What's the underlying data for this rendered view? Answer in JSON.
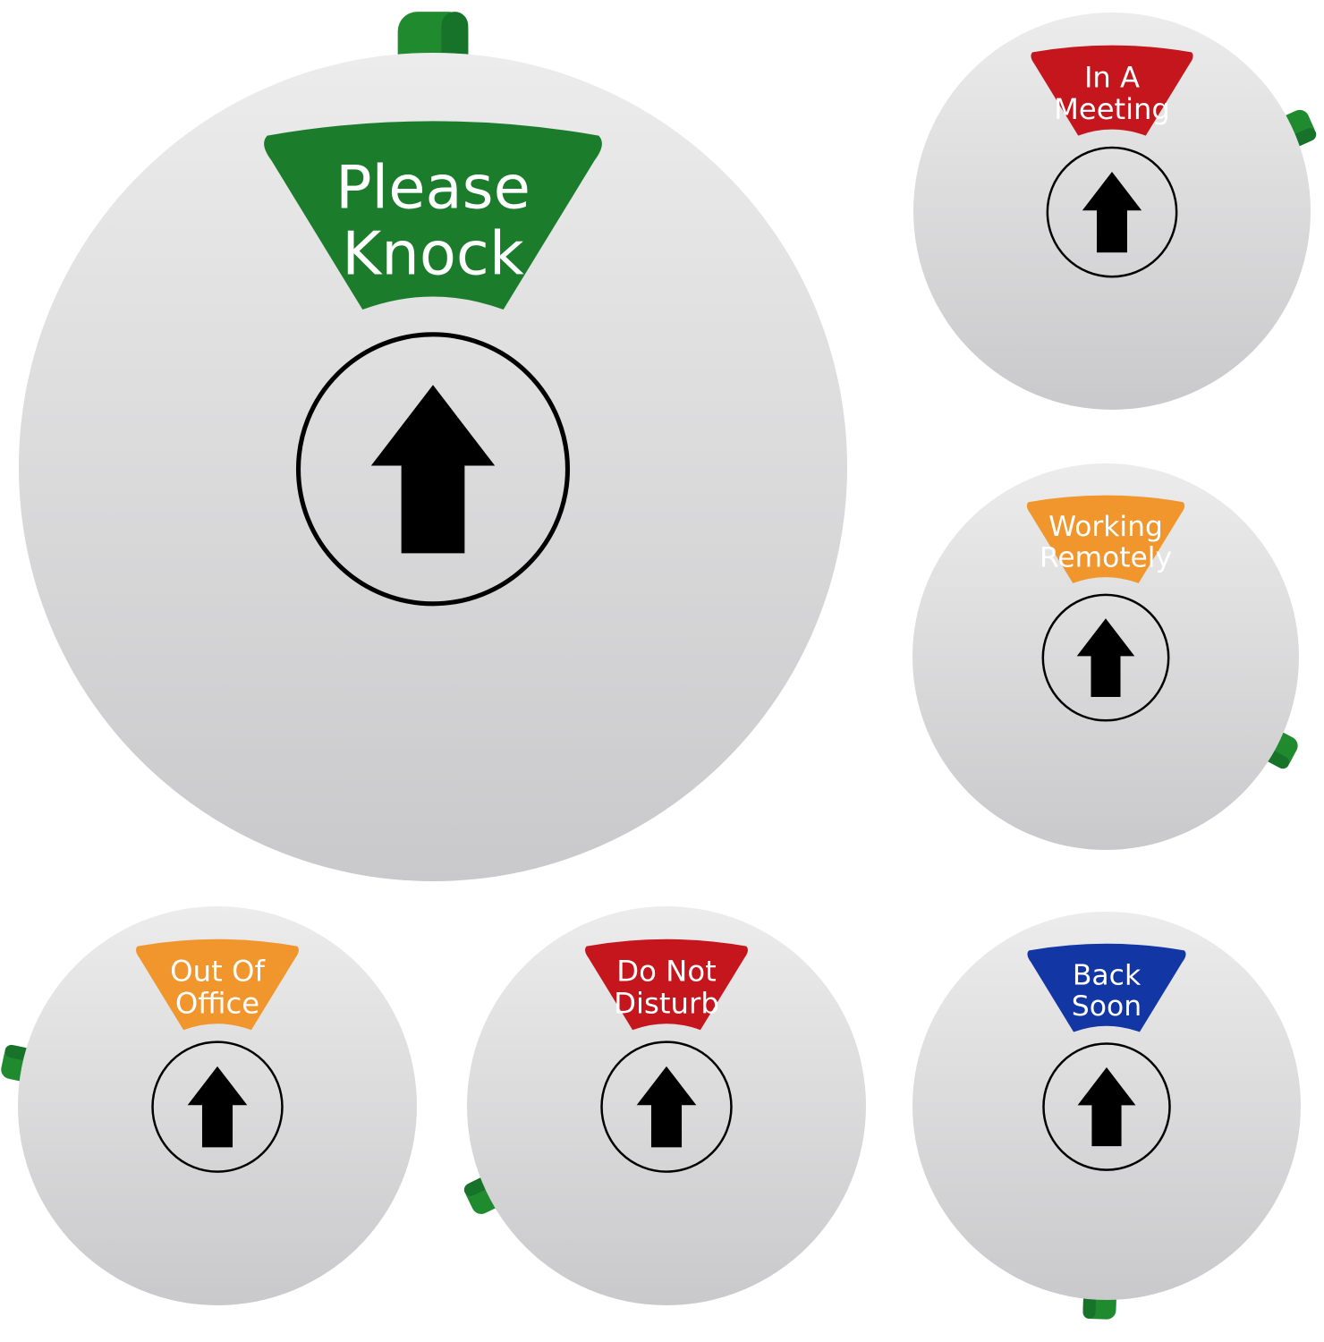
{
  "colors": {
    "background": "#ffffff",
    "disc_light": "#ececec",
    "disc_dark": "#c9c9cb",
    "knob": "#1f8a2e",
    "knob_dark": "#17722a",
    "arrow": "#000000",
    "ring": "#000000"
  },
  "signs": [
    {
      "id": "please-knock",
      "lines": [
        "Please",
        "Knock"
      ],
      "label_color": "#1b7d2c",
      "text_color": "#ffffff",
      "arrow_icon": "up-arrow-icon"
    },
    {
      "id": "in-a-meeting",
      "lines": [
        "In A",
        "Meeting"
      ],
      "label_color": "#c4161c",
      "text_color": "#ffffff",
      "arrow_icon": "up-arrow-icon"
    },
    {
      "id": "working-remotely",
      "lines": [
        "Working",
        "Remotely"
      ],
      "label_color": "#f0962d",
      "text_color": "#ffffff",
      "arrow_icon": "up-arrow-icon"
    },
    {
      "id": "out-of-office",
      "lines": [
        "Out Of",
        "Office"
      ],
      "label_color": "#f0962d",
      "text_color": "#ffffff",
      "arrow_icon": "up-arrow-icon"
    },
    {
      "id": "do-not-disturb",
      "lines": [
        "Do Not",
        "Disturb"
      ],
      "label_color": "#c4161c",
      "text_color": "#ffffff",
      "arrow_icon": "up-arrow-icon"
    },
    {
      "id": "back-soon",
      "lines": [
        "Back",
        "Soon"
      ],
      "label_color": "#1237a5",
      "text_color": "#ffffff",
      "arrow_icon": "up-arrow-icon"
    }
  ]
}
